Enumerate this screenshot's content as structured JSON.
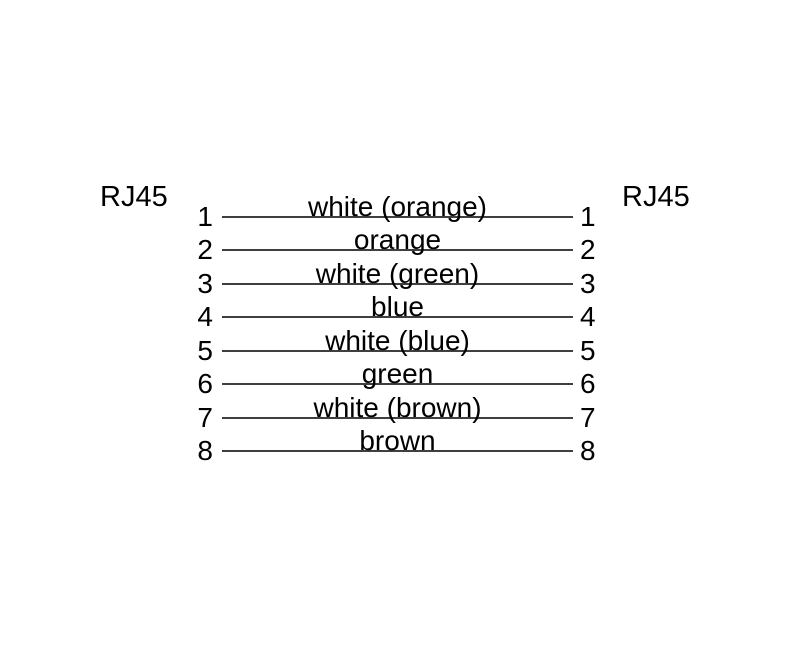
{
  "diagram": {
    "left_connector_label": "RJ45",
    "right_connector_label": "RJ45",
    "wires": [
      {
        "left_pin": "1",
        "label": "white (orange)",
        "right_pin": "1"
      },
      {
        "left_pin": "2",
        "label": "orange",
        "right_pin": "2"
      },
      {
        "left_pin": "3",
        "label": "white (green)",
        "right_pin": "3"
      },
      {
        "left_pin": "4",
        "label": "blue",
        "right_pin": "4"
      },
      {
        "left_pin": "5",
        "label": "white (blue)",
        "right_pin": "5"
      },
      {
        "left_pin": "6",
        "label": "green",
        "right_pin": "6"
      },
      {
        "left_pin": "7",
        "label": "white (brown)",
        "right_pin": "7"
      },
      {
        "left_pin": "8",
        "label": "brown",
        "right_pin": "8"
      }
    ],
    "colors": {
      "background": "#ffffff",
      "text": "#000000",
      "wire_line": "#3f3f3f"
    }
  }
}
